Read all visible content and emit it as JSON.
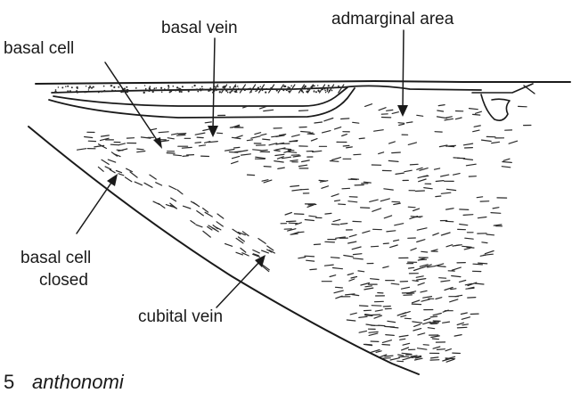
{
  "labels": {
    "basal_cell": "basal cell",
    "basal_vein": "basal vein",
    "admarginal_area": "admarginal area",
    "basal_cell_closed_line1": "basal cell",
    "basal_cell_closed_line2": "closed",
    "cubital_vein": "cubital vein"
  },
  "caption": {
    "number": "5",
    "species": "anthonomi"
  },
  "ink_color": "#1a1a1a"
}
